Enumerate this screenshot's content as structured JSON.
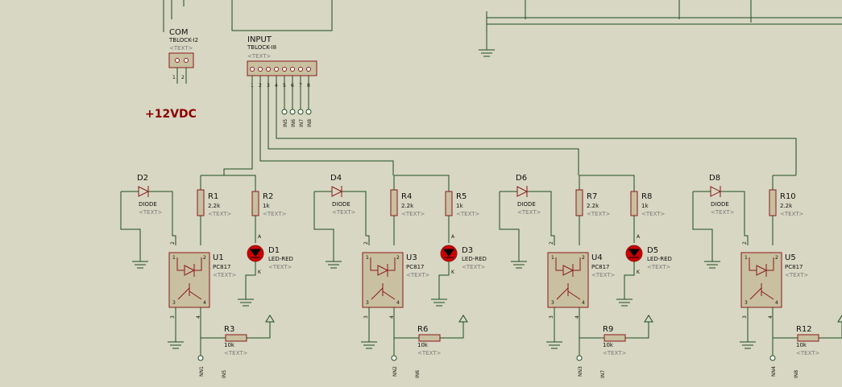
{
  "colors": {
    "background": "#d7d7c3",
    "wire": "#1f4d1f",
    "component_outline": "#8b1a1a",
    "component_fill": "#c8c0a0",
    "led_red": "#cc0000",
    "annotation": "#8b0000"
  },
  "supply_label": "+12VDC",
  "com_block": {
    "ref": "COM",
    "part": "TBLOCK-I2",
    "text": "<TEXT>",
    "pins": [
      "1",
      "2"
    ]
  },
  "input_block": {
    "ref": "INPUT",
    "part": "TBLOCK-I8",
    "text": "<TEXT>",
    "pins": [
      "1",
      "2",
      "3",
      "4",
      "5",
      "6",
      "7",
      "8"
    ],
    "terminal_labels": [
      "IN5",
      "IN6",
      "IN7",
      "IN8"
    ]
  },
  "channels": [
    {
      "diode": "D2",
      "diode_part": "DIODE",
      "r_a": "R1",
      "r_a_val": "2.2k",
      "r_b": "R2",
      "r_b_val": "1k",
      "led": "D1",
      "led_part": "LED-RED",
      "opto": "U1",
      "opto_part": "PC817",
      "r_c": "R3",
      "r_c_val": "10k",
      "net_a": "NN1",
      "net_b": "IN5",
      "text": "<TEXT>"
    },
    {
      "diode": "D4",
      "diode_part": "DIODE",
      "r_a": "R4",
      "r_a_val": "2.2k",
      "r_b": "R5",
      "r_b_val": "1k",
      "led": "D3",
      "led_part": "LED-RED",
      "opto": "U3",
      "opto_part": "PC817",
      "r_c": "R6",
      "r_c_val": "10k",
      "net_a": "NN2",
      "net_b": "IN6",
      "text": "<TEXT>"
    },
    {
      "diode": "D6",
      "diode_part": "DIODE",
      "r_a": "R7",
      "r_a_val": "2.2k",
      "r_b": "R8",
      "r_b_val": "1k",
      "led": "D5",
      "led_part": "LED-RED",
      "opto": "U4",
      "opto_part": "PC817",
      "r_c": "R9",
      "r_c_val": "10k",
      "net_a": "NN3",
      "net_b": "IN7",
      "text": "<TEXT>"
    },
    {
      "diode": "D8",
      "diode_part": "DIODE",
      "r_a": "R10",
      "r_a_val": "2.2k",
      "r_b": "",
      "r_b_val": "",
      "led": "",
      "led_part": "",
      "opto": "U5",
      "opto_part": "PC817",
      "r_c": "R12",
      "r_c_val": "10k",
      "net_a": "NN4",
      "net_b": "IN8",
      "text": "<TEXT>"
    }
  ],
  "opto_pins": {
    "a": "1",
    "k": "2",
    "e": "3",
    "c": "4",
    "anode": "A",
    "cathode": "K"
  }
}
